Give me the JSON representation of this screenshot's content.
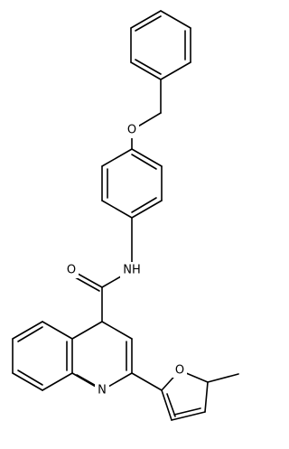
{
  "atom_labels": {
    "ether_oxygen": "O",
    "amide_nitrogen": "NH",
    "carbonyl_oxygen": "O",
    "quinoline_nitrogen": "N",
    "furan_oxygen": "O"
  },
  "colors": {
    "bond": "#000000",
    "label": "#000000",
    "background": "#ffffff"
  }
}
